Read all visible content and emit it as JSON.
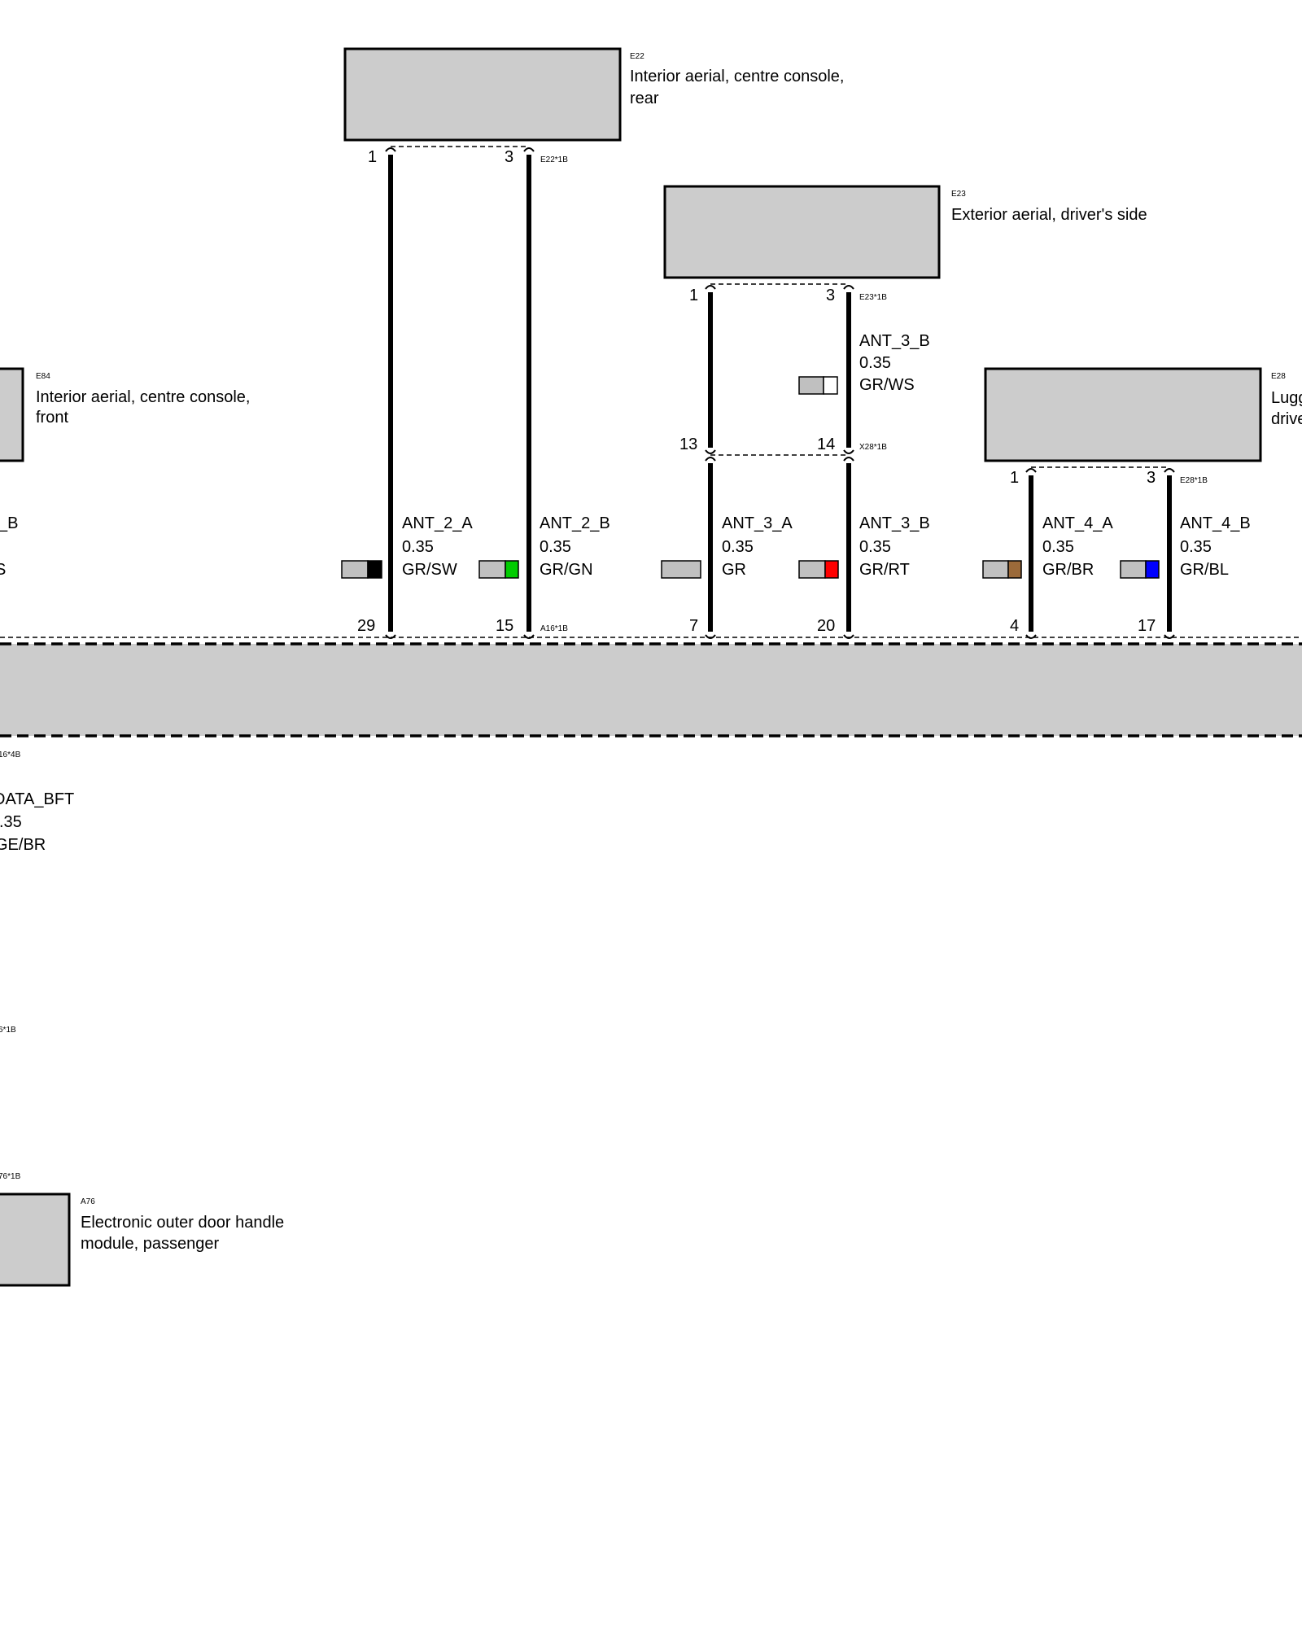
{
  "components": {
    "e22": {
      "id": "E22",
      "name_line1": "Interior aerial, centre console,",
      "name_line2": "rear",
      "connector": "E22*1B",
      "pin_a": "1",
      "pin_b": "3"
    },
    "e23": {
      "id": "E23",
      "name_line1": "Exterior aerial, driver's side",
      "connector": "E23*1B",
      "pin_a": "1",
      "pin_b": "3"
    },
    "e84": {
      "id": "E84",
      "name_line1": "Interior aerial, centre console,",
      "name_line2": "front"
    },
    "e28": {
      "id": "E28",
      "name_line1": "Lugg",
      "name_line2": "drive",
      "connector": "E28*1B",
      "pin_a": "1",
      "pin_b": "3"
    },
    "a76": {
      "id": "A76",
      "name_line1": "Electronic outer door handle",
      "name_line2": "module, passenger",
      "connector_partial": "76*1B"
    }
  },
  "splice": {
    "connector": "X28*1B",
    "pin_a": "13",
    "pin_b": "14"
  },
  "module": {
    "connector": "A16*1B",
    "connector_partial": "16*4B",
    "connector2_partial": "6*1B"
  },
  "wires": {
    "ant3b_upper": {
      "name": "ANT_3_B",
      "size": "0.35",
      "color": "GR/WS"
    },
    "w1": {
      "name": "ANT_2_A",
      "size": "0.35",
      "color": "GR/SW",
      "pin": "29"
    },
    "w2": {
      "name": "ANT_2_B",
      "size": "0.35",
      "color": "GR/GN",
      "pin": "15"
    },
    "w3": {
      "name": "ANT_3_A",
      "size": "0.35",
      "color": "GR",
      "pin": "7"
    },
    "w4": {
      "name": "ANT_3_B",
      "size": "0.35",
      "color": "GR/RT",
      "pin": "20"
    },
    "w5": {
      "name": "ANT_4_A",
      "size": "0.35",
      "color": "GR/BR",
      "pin": "4"
    },
    "w6": {
      "name": "ANT_4_B",
      "size": "0.35",
      "color": "GR/BL",
      "pin": "17"
    },
    "left_partial": {
      "name": "_B",
      "color": "S"
    },
    "data_bft": {
      "name": "DATA_BFT",
      "size": ".35",
      "color": "GE/BR"
    }
  },
  "swatch_colors": {
    "base": "#c0c0c0",
    "black": "#000000",
    "green": "#00cc00",
    "red": "#ff0000",
    "white": "#ffffff",
    "brown": "#9b6a3a",
    "blue": "#0000ff"
  }
}
